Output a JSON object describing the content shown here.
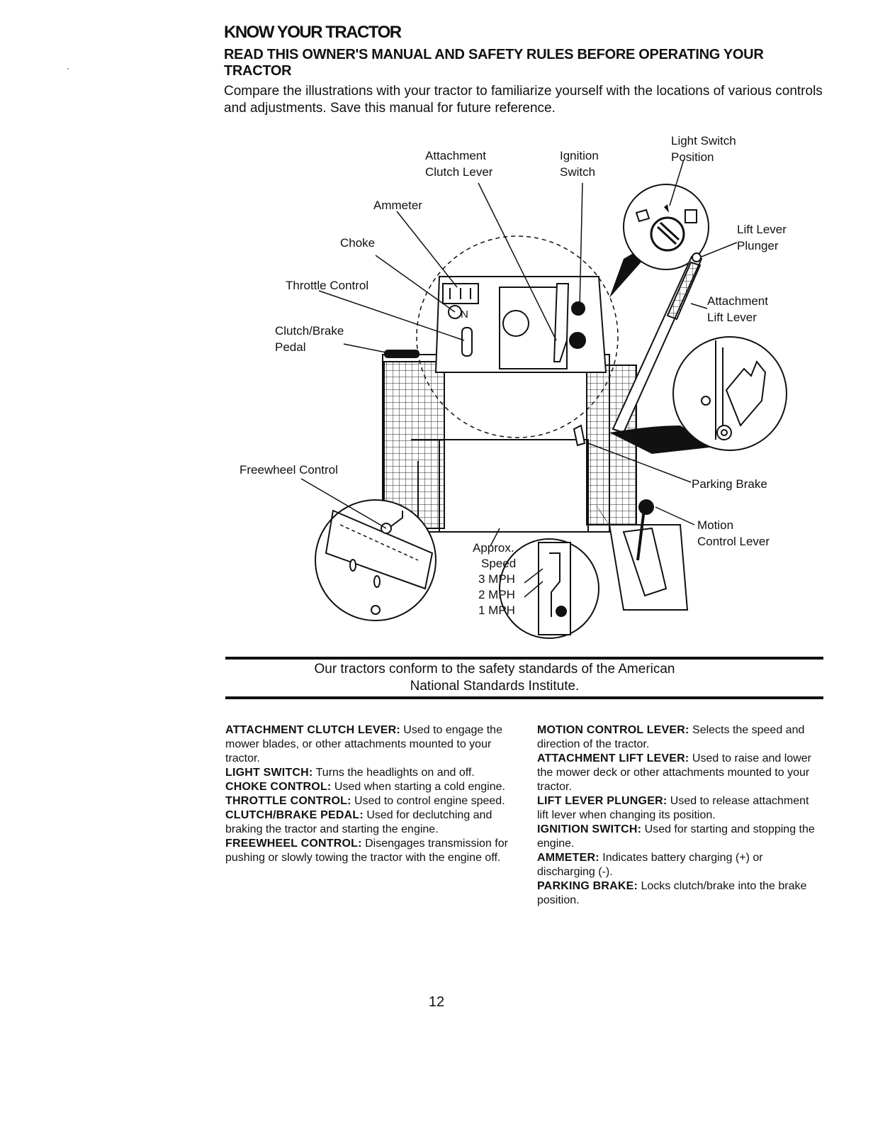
{
  "header": {
    "title": "KNOW YOUR TRACTOR",
    "subtitle": "READ THIS OWNER'S MANUAL AND SAFETY RULES BEFORE OPERATING YOUR TRACTOR",
    "intro": "Compare the illustrations with your tractor to familiarize yourself with the locations of various controls and adjustments. Save this manual for future reference."
  },
  "diagram": {
    "labels": {
      "attachment_clutch_1": "Attachment",
      "attachment_clutch_2": "Clutch Lever",
      "ignition_1": "Ignition",
      "ignition_2": "Switch",
      "light_switch_1": "Light Switch",
      "light_switch_2": "Position",
      "ammeter": "Ammeter",
      "choke": "Choke",
      "throttle": "Throttle Control",
      "clutch_brake_1": "Clutch/Brake",
      "clutch_brake_2": "Pedal",
      "lift_plunger_1": "Lift Lever",
      "lift_plunger_2": "Plunger",
      "attach_lift_1": "Attachment",
      "attach_lift_2": "Lift Lever",
      "freewheel": "Freewheel Control",
      "parking_brake": "Parking Brake",
      "motion_1": "Motion",
      "motion_2": "Control Lever",
      "speed_1": "Approx.",
      "speed_2": "Speed",
      "speed_3": "3 MPH",
      "speed_4": "2 MPH",
      "speed_5": "1 MPH",
      "neutral": "N"
    }
  },
  "notice": {
    "line1": "Our tractors conform to the safety standards of the American",
    "line2": "National Standards Institute."
  },
  "definitions": {
    "left": [
      {
        "term": "ATTACHMENT CLUTCH LEVER:",
        "text": " Used to engage the mower blades, or other attachments mounted to your tractor."
      },
      {
        "term": "LIGHT SWITCH:",
        "text": " Turns the headlights on and off."
      },
      {
        "term": "CHOKE CONTROL:",
        "text": " Used when starting a cold engine."
      },
      {
        "term": "THROTTLE CONTROL:",
        "text": " Used to control engine speed."
      },
      {
        "term": "CLUTCH/BRAKE PEDAL:",
        "text": " Used for declutching and braking the tractor and starting the engine."
      },
      {
        "term": "FREEWHEEL CONTROL:",
        "text": " Disengages transmission for pushing or slowly towing the tractor with the engine off."
      }
    ],
    "right": [
      {
        "term": "MOTION CONTROL LEVER:",
        "text": " Selects the speed and direction of the tractor."
      },
      {
        "term": "ATTACHMENT LIFT LEVER:",
        "text": " Used to raise and lower the mower deck or other attachments mounted to your tractor."
      },
      {
        "term": "LIFT LEVER PLUNGER:",
        "text": " Used to release attachment lift lever when changing its position."
      },
      {
        "term": "IGNITION SWITCH:",
        "text": " Used for starting and stopping the engine."
      },
      {
        "term": "AMMETER:",
        "text": " Indicates battery charging (+) or discharging (-)."
      },
      {
        "term": "PARKING BRAKE:",
        "text": " Locks clutch/brake into the brake position."
      }
    ]
  },
  "footer": {
    "page_number": "12"
  }
}
